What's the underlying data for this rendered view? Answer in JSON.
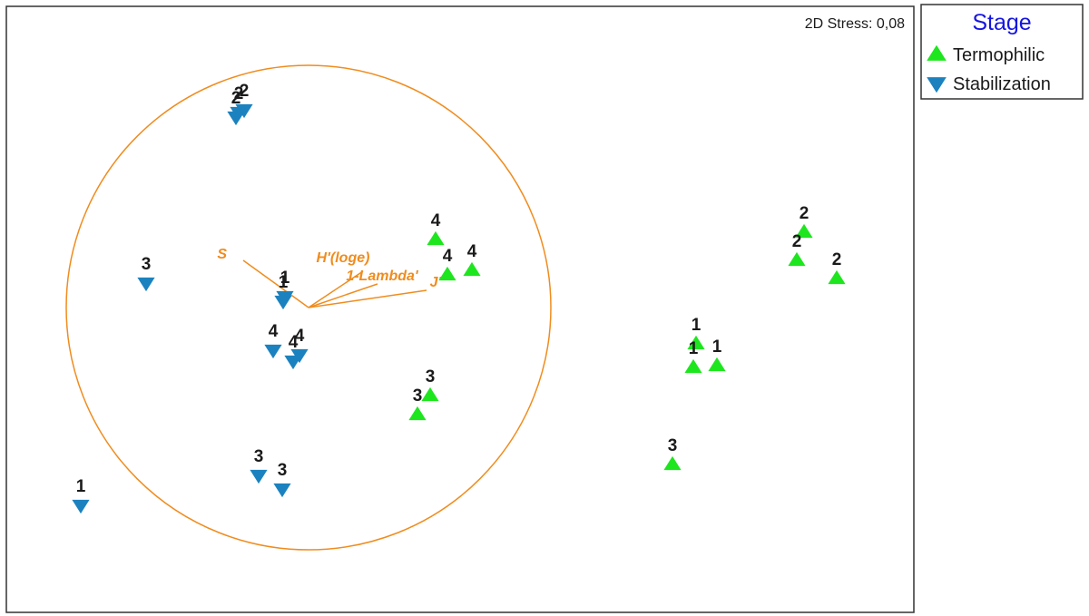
{
  "chart_data": {
    "type": "scatter",
    "stress_label": "2D Stress: 0,08",
    "legend": {
      "title": "Stage",
      "title_color": "#1515e0",
      "entries": [
        {
          "label": "Termophilic",
          "marker": "triangle-up",
          "color": "#1ee61e"
        },
        {
          "label": "Stabilization",
          "marker": "triangle-down",
          "color": "#1b82bf"
        }
      ]
    },
    "xlim": [
      0,
      1000
    ],
    "ylim": [
      0,
      668
    ],
    "series": [
      {
        "name": "Termophilic",
        "marker": "triangle-up",
        "color": "#1ee61e",
        "points": [
          {
            "x": 473,
            "y": 411,
            "label": "4"
          },
          {
            "x": 486,
            "y": 372,
            "label": "4"
          },
          {
            "x": 513,
            "y": 377,
            "label": "4"
          },
          {
            "x": 467,
            "y": 239,
            "label": "3"
          },
          {
            "x": 453,
            "y": 218,
            "label": "3"
          },
          {
            "x": 760,
            "y": 296,
            "label": "1"
          },
          {
            "x": 757,
            "y": 270,
            "label": "1"
          },
          {
            "x": 783,
            "y": 272,
            "label": "1"
          },
          {
            "x": 734,
            "y": 163,
            "label": "3"
          },
          {
            "x": 879,
            "y": 419,
            "label": "2"
          },
          {
            "x": 871,
            "y": 388,
            "label": "2"
          },
          {
            "x": 915,
            "y": 368,
            "label": "2"
          }
        ]
      },
      {
        "name": "Stabilization",
        "marker": "triangle-down",
        "color": "#1b82bf",
        "points": [
          {
            "x": 256,
            "y": 551,
            "label": "2"
          },
          {
            "x": 262,
            "y": 554,
            "label": "2"
          },
          {
            "x": 253,
            "y": 546,
            "label": "2"
          },
          {
            "x": 154,
            "y": 363,
            "label": "3"
          },
          {
            "x": 305,
            "y": 343,
            "label": "1"
          },
          {
            "x": 307,
            "y": 348,
            "label": "1"
          },
          {
            "x": 294,
            "y": 289,
            "label": "4"
          },
          {
            "x": 323,
            "y": 284,
            "label": "4"
          },
          {
            "x": 316,
            "y": 277,
            "label": "4"
          },
          {
            "x": 278,
            "y": 151,
            "label": "3"
          },
          {
            "x": 304,
            "y": 136,
            "label": "3"
          },
          {
            "x": 82,
            "y": 118,
            "label": "1"
          }
        ]
      }
    ],
    "vectors": {
      "color": "#f08c1e",
      "origin": {
        "x": 333,
        "y": 336
      },
      "circle_radius": 267,
      "items": [
        {
          "name": "S",
          "dx": -72,
          "dy": 52
        },
        {
          "name": "H'(loge)",
          "dx": 60,
          "dy": 40
        },
        {
          "name": "1-Lambda'",
          "dx": 76,
          "dy": 26
        },
        {
          "name": "J'",
          "dx": 130,
          "dy": 19
        }
      ]
    }
  }
}
